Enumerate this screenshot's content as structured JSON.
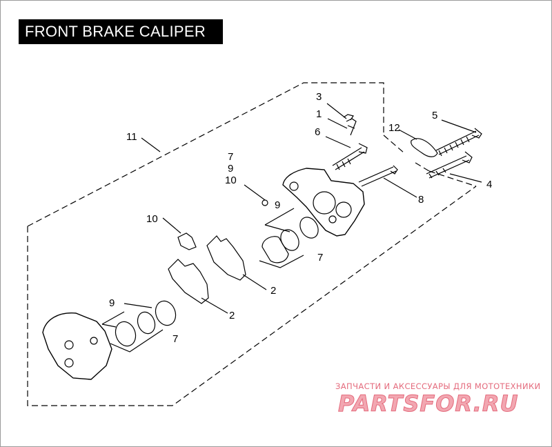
{
  "title": "FRONT BRAKE CALIPER",
  "callouts": {
    "c1": "1",
    "c2a": "2",
    "c2b": "2",
    "c3": "3",
    "c4": "4",
    "c5": "5",
    "c6": "6",
    "c7a": "7",
    "c7b": "7",
    "c7c": "7",
    "c8": "8",
    "c9a": "9",
    "c9b": "9",
    "c9c": "9",
    "c10a": "10",
    "c10b": "10",
    "c11": "11",
    "c12": "12"
  },
  "watermark": {
    "subtitle": "ЗАПЧАСТИ И АКСЕССУАРЫ ДЛЯ МОТОТЕХНИКИ",
    "logo": "PARTSFOR.RU"
  }
}
